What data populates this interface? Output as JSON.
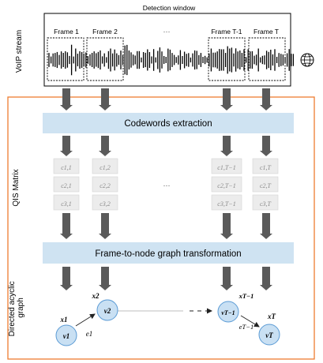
{
  "top": {
    "window_label": "Detection window",
    "stream_label": "VoIP stream",
    "frames": [
      "Frame 1",
      "Frame 2",
      "Frame T-1",
      "Frame T"
    ],
    "ellipsis": "···"
  },
  "matrix": {
    "side_label": "QIS Matrix",
    "extraction_label": "Codewords extraction",
    "columns": [
      [
        "c1,1",
        "c2,1",
        "c3,1"
      ],
      [
        "c1,2",
        "c2,2",
        "c3,2"
      ],
      [
        "c1,T−1",
        "c2,T−1",
        "c3,T−1"
      ],
      [
        "c1,T",
        "c2,T",
        "c3,T"
      ]
    ],
    "ellipsis": "···"
  },
  "graph": {
    "side_label": "Directed acyclic graph",
    "transform_label": "Frame-to-node graph transformation",
    "nodes": [
      "v1",
      "v2",
      "vT−1",
      "vT"
    ],
    "features": [
      "x1",
      "x2",
      "xT−1",
      "xT"
    ],
    "edges": [
      "e1",
      "eT−1"
    ]
  },
  "colors": {
    "band_fill": "#cfe3f2",
    "node_fill": "#c9e0f3",
    "node_stroke": "#5b9bd5",
    "orange_border": "#ed7d31",
    "arrow": "#5a5a5a",
    "cell_fill": "#ececec",
    "cell_text": "#8a8a8a"
  }
}
